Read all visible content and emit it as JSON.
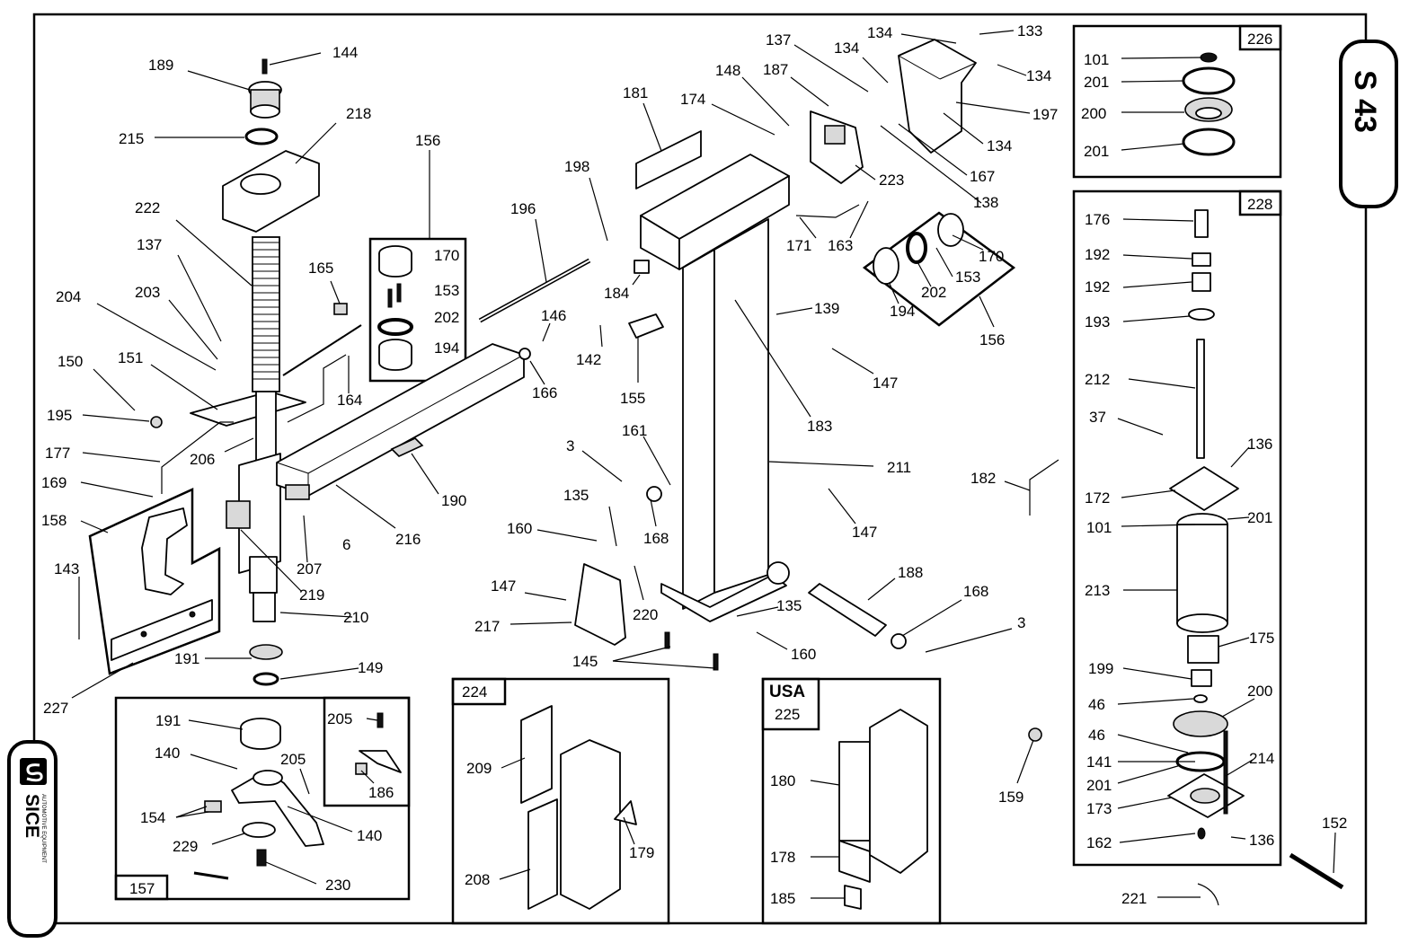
{
  "page": {
    "code": "S 43",
    "brand": "SICE",
    "brand_tagline": "AUTOMOTIVE EQUIPMENT"
  },
  "boxes": {
    "kit_226": "226",
    "kit_228": "228",
    "kit_224": "224",
    "kit_225": "225",
    "kit_225_region": "USA",
    "kit_157": "157"
  },
  "labels": {
    "l144": "144",
    "l189": "189",
    "l218": "218",
    "l215": "215",
    "l222": "222",
    "l137a": "137",
    "l204": "204",
    "l203": "203",
    "l150": "150",
    "l151": "151",
    "l195": "195",
    "l177": "177",
    "l169": "169",
    "l158": "158",
    "l143": "143",
    "l227": "227",
    "l206": "206",
    "l165": "165",
    "l164": "164",
    "l156a": "156",
    "l170a": "170",
    "l153a": "153",
    "l202a": "202",
    "l194a": "194",
    "l219": "219",
    "l210": "210",
    "l191a": "191",
    "l149": "149",
    "l207": "207",
    "l6": "6",
    "l216": "216",
    "l190": "190",
    "l166": "166",
    "l146": "146",
    "l196": "196",
    "l198": "198",
    "l181": "181",
    "l174": "174",
    "l148": "148",
    "l187": "187",
    "l137b": "137",
    "l134a": "134",
    "l134b": "134",
    "l133": "133",
    "l134c": "134",
    "l197": "197",
    "l134d": "134",
    "l167": "167",
    "l138": "138",
    "l223": "223",
    "l171": "171",
    "l163": "163",
    "l170b": "170",
    "l153b": "153",
    "l202b": "202",
    "l194b": "194",
    "l156b": "156",
    "l184": "184",
    "l142": "142",
    "l155": "155",
    "l139": "139",
    "l147a": "147",
    "l183": "183",
    "l211": "211",
    "l3a": "3",
    "l161": "161",
    "l135a": "135",
    "l160a": "160",
    "l168a": "168",
    "l147b": "147",
    "l147c": "147",
    "l217": "217",
    "l220": "220",
    "l145": "145",
    "l135b": "135",
    "l160b": "160",
    "l188": "188",
    "l168b": "168",
    "l3b": "3",
    "l182": "182",
    "l159": "159",
    "l152": "152",
    "l221": "221",
    "l101a": "101",
    "l201a": "201",
    "l200a": "200",
    "l201b": "201",
    "l176": "176",
    "l192a": "192",
    "l192b": "192",
    "l193": "193",
    "l212": "212",
    "l37": "37",
    "l136a": "136",
    "l172": "172",
    "l101b": "101",
    "l201c": "201",
    "l213": "213",
    "l175": "175",
    "l199": "199",
    "l46a": "46",
    "l200b": "200",
    "l46b": "46",
    "l141": "141",
    "l214": "214",
    "l201d": "201",
    "l173": "173",
    "l162": "162",
    "l136b": "136",
    "l209": "209",
    "l179": "179",
    "l208": "208",
    "l180": "180",
    "l178": "178",
    "l185": "185",
    "l191b": "191",
    "l140a": "140",
    "l205a": "205",
    "l205b": "205",
    "l186": "186",
    "l154": "154",
    "l140b": "140",
    "l229": "229",
    "l230": "230"
  }
}
